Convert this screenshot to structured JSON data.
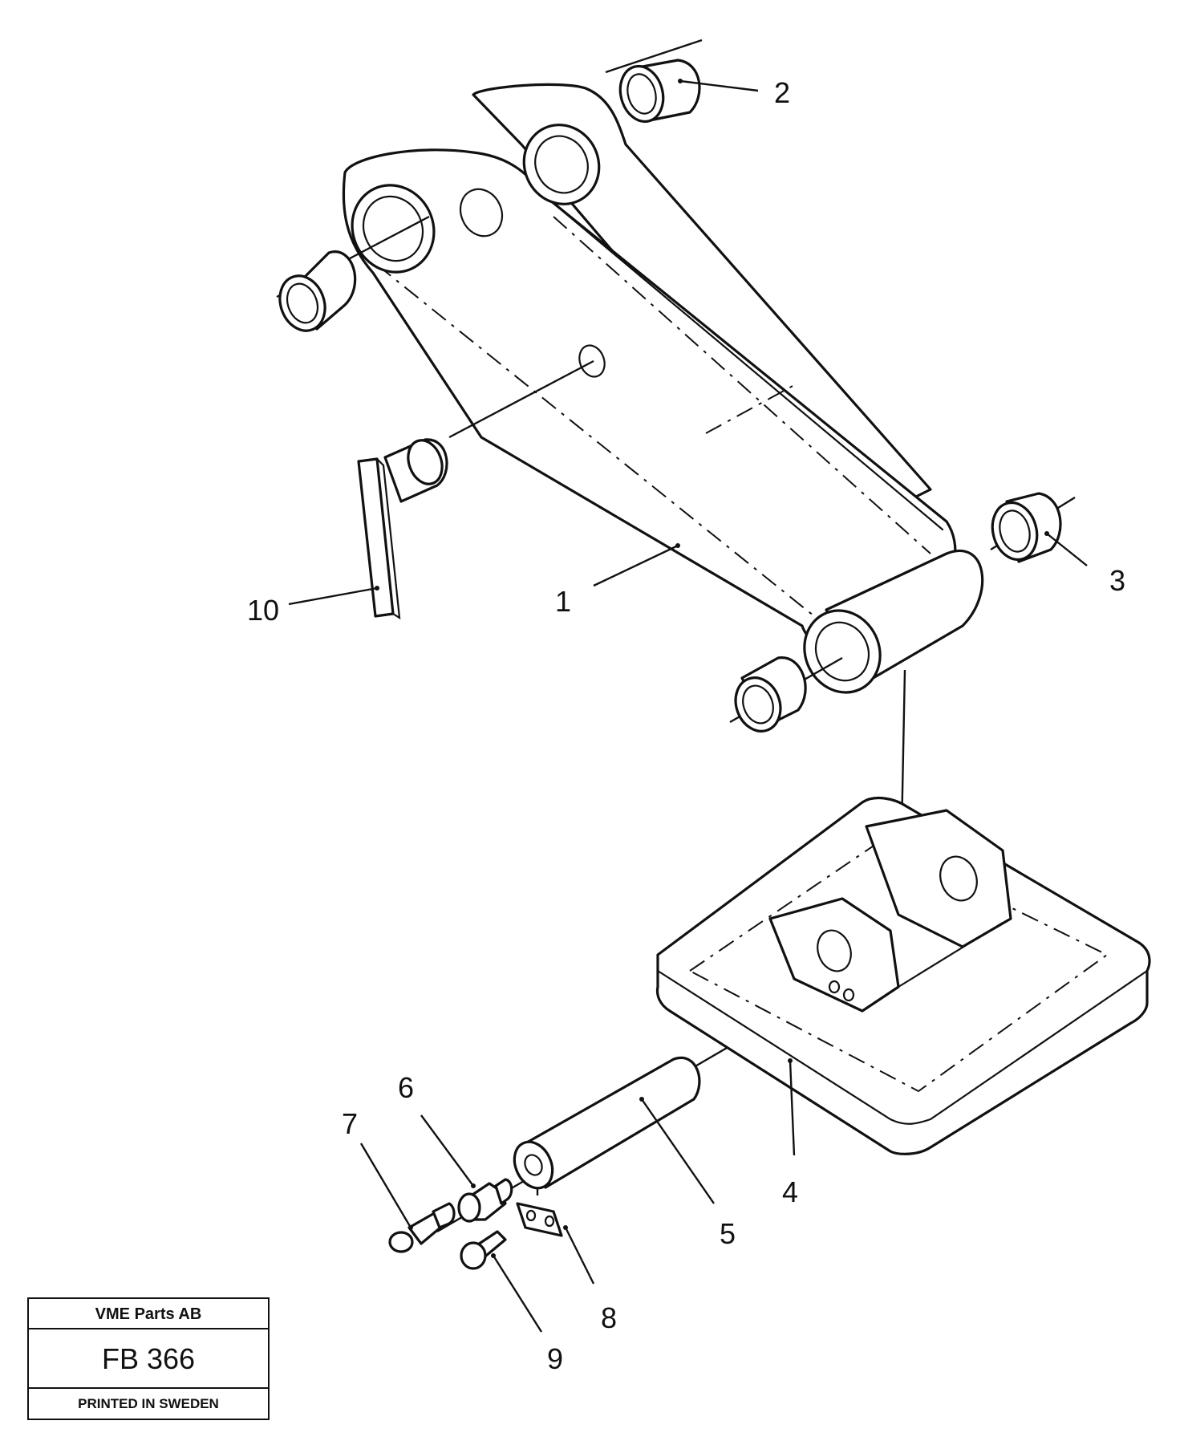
{
  "callouts": [
    "1",
    "2",
    "3",
    "4",
    "5",
    "6",
    "7",
    "8",
    "9",
    "10"
  ],
  "title_block": {
    "company": "VME Parts AB",
    "drawing_number": "FB 366",
    "printed": "PRINTED IN SWEDEN"
  }
}
